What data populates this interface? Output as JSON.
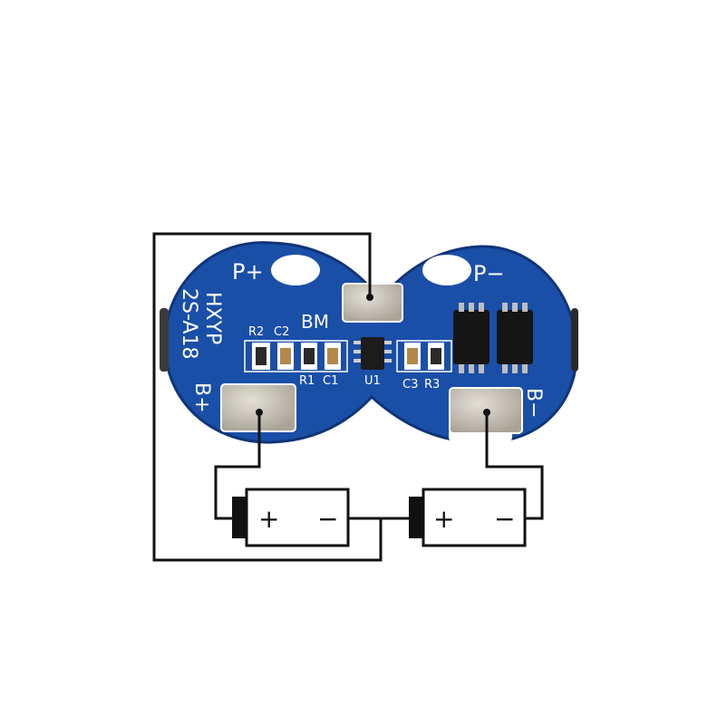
{
  "board": {
    "colors": {
      "pcb": "#1a4fa8",
      "pcb_dark": "#123d86",
      "pad": "#c9c4b8",
      "wire": "#111111",
      "silk": "#ffffff"
    },
    "labels": {
      "p_plus": "P+",
      "p_minus": "P−",
      "b_plus": "B+",
      "b_minus": "B−",
      "brand": "HXYP",
      "model": "2S-A18",
      "bm": "BM",
      "r2": "R2",
      "c2": "C2",
      "r1": "R1",
      "c1": "C1",
      "u1": "U1",
      "c3": "C3",
      "r3": "R3"
    }
  },
  "batteries": [
    {
      "plus": "+",
      "minus": "−"
    },
    {
      "plus": "+",
      "minus": "−"
    }
  ]
}
